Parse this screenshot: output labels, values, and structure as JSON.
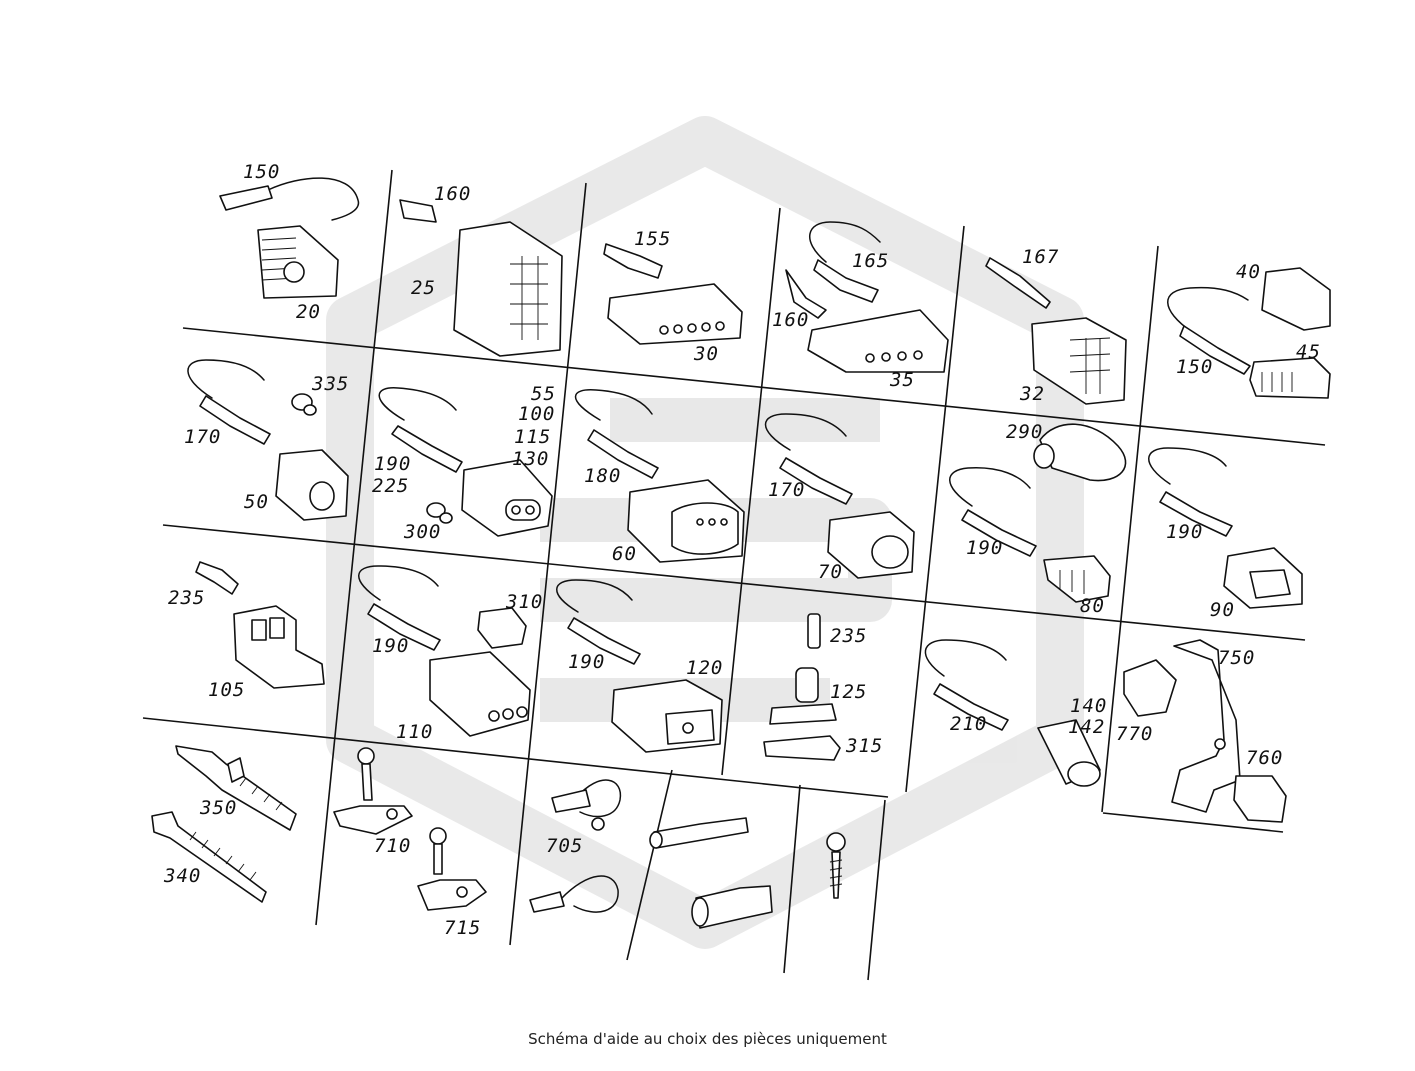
{
  "caption": "Schéma d'aide au choix des pièces uniquement",
  "watermark_icon": "brand-hexagon-logo-watermark",
  "diagram": {
    "type": "exploded-parts-grid",
    "cells": [
      {
        "labels": [
          "150",
          "20"
        ]
      },
      {
        "labels": [
          "160",
          "25"
        ]
      },
      {
        "labels": [
          "155",
          "30"
        ]
      },
      {
        "labels": [
          "165",
          "160",
          "35"
        ]
      },
      {
        "labels": [
          "167",
          "32"
        ]
      },
      {
        "labels": [
          "40",
          "45",
          "150"
        ]
      },
      {
        "labels": [
          "335",
          "170",
          "50"
        ]
      },
      {
        "labels": [
          "55",
          "100",
          "115",
          "130",
          "190",
          "225",
          "300"
        ]
      },
      {
        "labels": [
          "180",
          "60"
        ]
      },
      {
        "labels": [
          "170",
          "70"
        ]
      },
      {
        "labels": [
          "290",
          "190",
          "80"
        ]
      },
      {
        "labels": [
          "190",
          "90"
        ]
      },
      {
        "labels": [
          "235",
          "105"
        ]
      },
      {
        "labels": [
          "310",
          "190",
          "110"
        ]
      },
      {
        "labels": [
          "190",
          "120"
        ]
      },
      {
        "labels": [
          "235",
          "125",
          "315"
        ]
      },
      {
        "labels": [
          "210",
          "140",
          "142"
        ]
      },
      {
        "labels": [
          "750",
          "770",
          "760"
        ]
      },
      {
        "labels": [
          "350",
          "340"
        ]
      },
      {
        "labels": [
          "710",
          "715"
        ]
      },
      {
        "labels": [
          "705"
        ]
      },
      {
        "labels": []
      },
      {
        "labels": []
      }
    ]
  }
}
